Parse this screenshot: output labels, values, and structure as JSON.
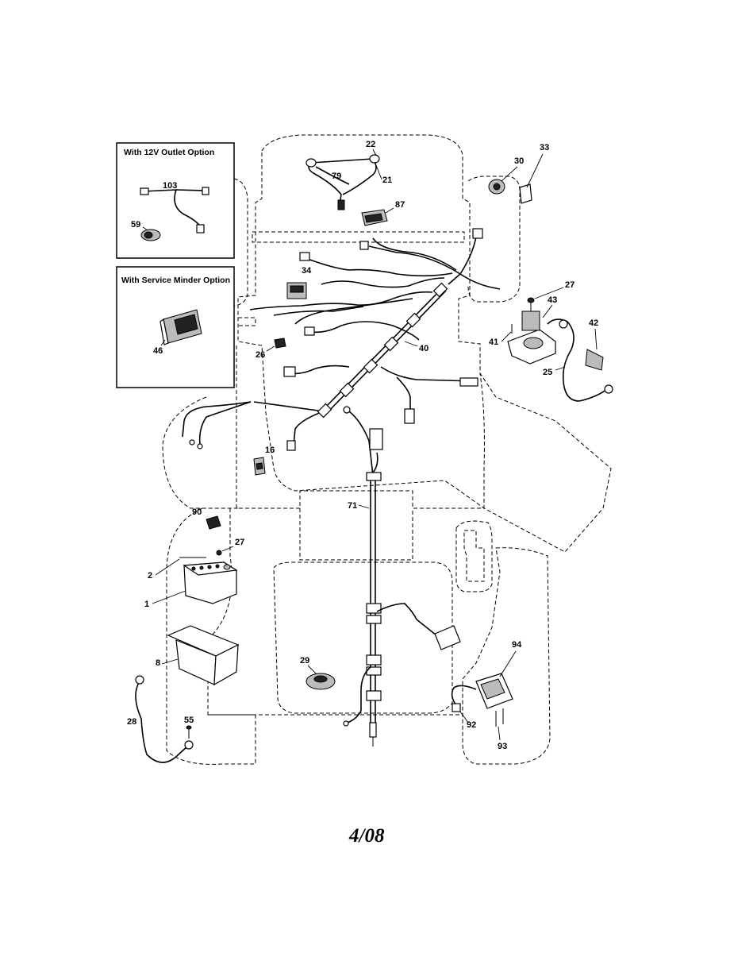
{
  "inset_12v": {
    "title": "With 12V Outlet Option"
  },
  "inset_service": {
    "title": "With Service Minder Option"
  },
  "callouts": {
    "c22": "22",
    "c79": "79",
    "c21": "21",
    "c87": "87",
    "c30": "30",
    "c33": "33",
    "c27a": "27",
    "c43": "43",
    "c42": "42",
    "c41": "41",
    "c25": "25",
    "c34": "34",
    "c40": "40",
    "c26": "26",
    "c16": "16",
    "c71": "71",
    "c90": "90",
    "c27b": "27",
    "c2": "2",
    "c1": "1",
    "c8": "8",
    "c29": "29",
    "c94": "94",
    "c92": "92",
    "c93": "93",
    "c28": "28",
    "c55": "55",
    "c103": "103",
    "c59": "59",
    "c46": "46"
  },
  "footer": {
    "date_code": "4/08"
  }
}
